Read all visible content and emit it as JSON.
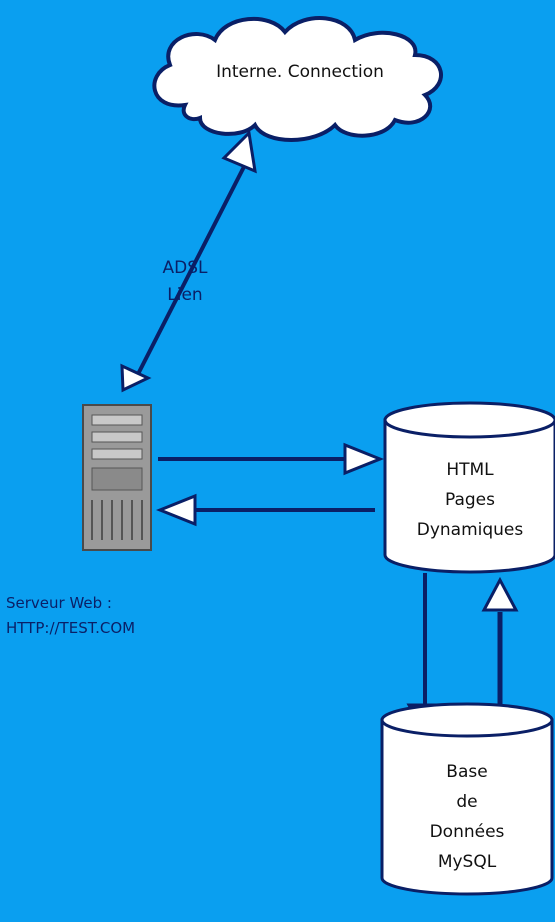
{
  "colors": {
    "background": "#0a9ff0",
    "stroke": "#0a1f66",
    "shape_fill": "#ffffff",
    "server_fill": "#9a9a9a"
  },
  "diagram": {
    "cloud_label": "Interne. Connection",
    "link_label_line1": "ADSL",
    "link_label_line2": "Lien",
    "server_label_line1": "Serveur Web :",
    "server_label_line2": "HTTP://TEST.COM",
    "html_db_line1": "HTML",
    "html_db_line2": "Pages",
    "html_db_line3": "Dynamiques",
    "mysql_db_line1": "Base",
    "mysql_db_line2": "de",
    "mysql_db_line3": "Données",
    "mysql_db_line4": "MySQL"
  }
}
